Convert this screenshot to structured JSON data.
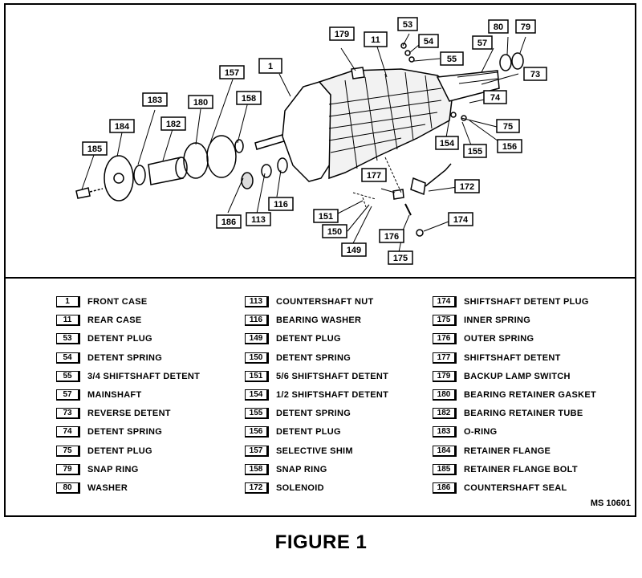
{
  "callouts": [
    "1",
    "11",
    "53",
    "54",
    "55",
    "57",
    "73",
    "74",
    "75",
    "80",
    "79",
    "154",
    "155",
    "156",
    "172",
    "174",
    "175",
    "176",
    "177",
    "179",
    "149",
    "150",
    "151",
    "157",
    "158",
    "180",
    "182",
    "183",
    "184",
    "185",
    "186",
    "113",
    "116"
  ],
  "legend": {
    "col1": [
      {
        "num": "1",
        "label": "FRONT CASE"
      },
      {
        "num": "11",
        "label": "REAR CASE"
      },
      {
        "num": "53",
        "label": "DETENT PLUG"
      },
      {
        "num": "54",
        "label": "DETENT SPRING"
      },
      {
        "num": "55",
        "label": "3/4 SHIFTSHAFT DETENT"
      },
      {
        "num": "57",
        "label": "MAINSHAFT"
      },
      {
        "num": "73",
        "label": "REVERSE DETENT"
      },
      {
        "num": "74",
        "label": "DETENT SPRING"
      },
      {
        "num": "75",
        "label": "DETENT PLUG"
      },
      {
        "num": "79",
        "label": "SNAP RING"
      },
      {
        "num": "80",
        "label": "WASHER"
      }
    ],
    "col2": [
      {
        "num": "113",
        "label": "COUNTERSHAFT NUT"
      },
      {
        "num": "116",
        "label": "BEARING WASHER"
      },
      {
        "num": "149",
        "label": "DETENT PLUG"
      },
      {
        "num": "150",
        "label": "DETENT SPRING"
      },
      {
        "num": "151",
        "label": "5/6 SHIFTSHAFT DETENT"
      },
      {
        "num": "154",
        "label": "1/2 SHIFTSHAFT DETENT"
      },
      {
        "num": "155",
        "label": "DETENT SPRING"
      },
      {
        "num": "156",
        "label": "DETENT PLUG"
      },
      {
        "num": "157",
        "label": "SELECTIVE SHIM"
      },
      {
        "num": "158",
        "label": "SNAP RING"
      },
      {
        "num": "172",
        "label": "SOLENOID"
      }
    ],
    "col3": [
      {
        "num": "174",
        "label": "SHIFTSHAFT DETENT PLUG"
      },
      {
        "num": "175",
        "label": "INNER SPRING"
      },
      {
        "num": "176",
        "label": "OUTER SPRING"
      },
      {
        "num": "177",
        "label": "SHIFTSHAFT DETENT"
      },
      {
        "num": "179",
        "label": "BACKUP LAMP SWITCH"
      },
      {
        "num": "180",
        "label": "BEARING RETAINER GASKET"
      },
      {
        "num": "182",
        "label": "BEARING RETAINER TUBE"
      },
      {
        "num": "183",
        "label": "O-RING"
      },
      {
        "num": "184",
        "label": "RETAINER FLANGE"
      },
      {
        "num": "185",
        "label": "RETAINER FLANGE BOLT"
      },
      {
        "num": "186",
        "label": "COUNTERSHAFT SEAL"
      }
    ]
  },
  "doc_code": "MS 10601",
  "figure_title": "FIGURE 1"
}
